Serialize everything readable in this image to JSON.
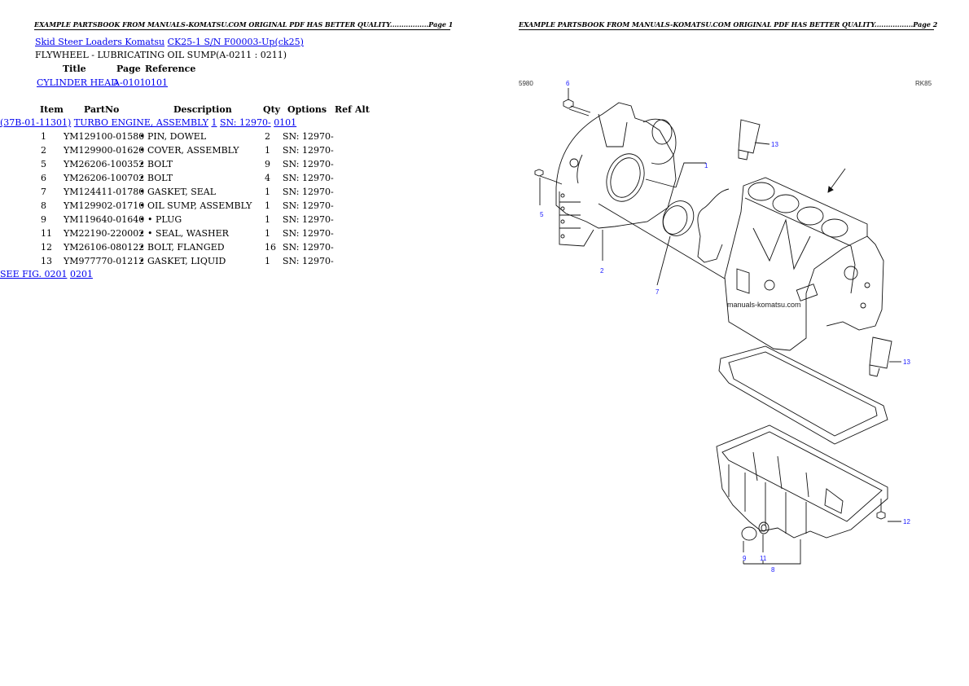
{
  "page1": {
    "header": "EXAMPLE PARTSBOOK FROM MANUALS-KOMATSU.COM ORIGINAL PDF HAS BETTER QUALITY.................Page 1",
    "breadcrumb": {
      "link1": "Skid Steer Loaders Komatsu",
      "link2": "CK25-1 S/N F00003-Up(ck25)"
    },
    "section_title": "FLYWHEEL - LUBRICATING OIL SUMP(A-0211 : 0211)",
    "reference_table": {
      "headers": {
        "title": "Title",
        "page": "Page",
        "reference": "Reference"
      },
      "row": {
        "title": "CYLINDER HEAD",
        "page": "A-0101",
        "reference": "0101"
      }
    },
    "parts_table": {
      "headers": {
        "item": "Item",
        "partno": "PartNo",
        "description": "Description",
        "qty": "Qty",
        "options": "Options",
        "ref": "Ref",
        "alt": "Alt"
      },
      "parent": {
        "partno": "(37B-01-11301)",
        "description": "TURBO ENGINE, ASSEMBLY",
        "qty": "1",
        "options": "SN: 12970-",
        "ref": "0101"
      },
      "rows": [
        {
          "item": "1",
          "partno": "YM129100-01580",
          "description": "• PIN, DOWEL",
          "qty": "2",
          "options": "SN: 12970-"
        },
        {
          "item": "2",
          "partno": "YM129900-01620",
          "description": "• COVER, ASSEMBLY",
          "qty": "1",
          "options": "SN: 12970-"
        },
        {
          "item": "5",
          "partno": "YM26206-100352",
          "description": "• BOLT",
          "qty": "9",
          "options": "SN: 12970-"
        },
        {
          "item": "6",
          "partno": "YM26206-100702",
          "description": "• BOLT",
          "qty": "4",
          "options": "SN: 12970-"
        },
        {
          "item": "7",
          "partno": "YM124411-01780",
          "description": "• GASKET, SEAL",
          "qty": "1",
          "options": "SN: 12970-"
        },
        {
          "item": "8",
          "partno": "YM129902-01710",
          "description": "• OIL SUMP, ASSEMBLY",
          "qty": "1",
          "options": "SN: 12970-"
        },
        {
          "item": "9",
          "partno": "YM119640-01640",
          "description": "• • PLUG",
          "qty": "1",
          "options": "SN: 12970-"
        },
        {
          "item": "11",
          "partno": "YM22190-220002",
          "description": "• • SEAL, WASHER",
          "qty": "1",
          "options": "SN: 12970-"
        },
        {
          "item": "12",
          "partno": "YM26106-080122",
          "description": "• BOLT, FLANGED",
          "qty": "16",
          "options": "SN: 12970-"
        },
        {
          "item": "13",
          "partno": "YM977770-01212",
          "description": "• GASKET, LIQUID",
          "qty": "1",
          "options": "SN: 12970-"
        }
      ],
      "footer": {
        "see_fig": "SEE FIG. 0201",
        "ref": "0201"
      }
    }
  },
  "page2": {
    "header": "EXAMPLE PARTSBOOK FROM MANUALS-KOMATSU.COM ORIGINAL PDF HAS BETTER QUALITY.................Page 2",
    "diagram": {
      "code_left": "5980",
      "code_right": "RK85",
      "watermark": "manuals-komatsu.com",
      "callouts": [
        "6",
        "1",
        "13",
        "5",
        "2",
        "7",
        "13",
        "12",
        "9",
        "11",
        "8"
      ]
    }
  }
}
